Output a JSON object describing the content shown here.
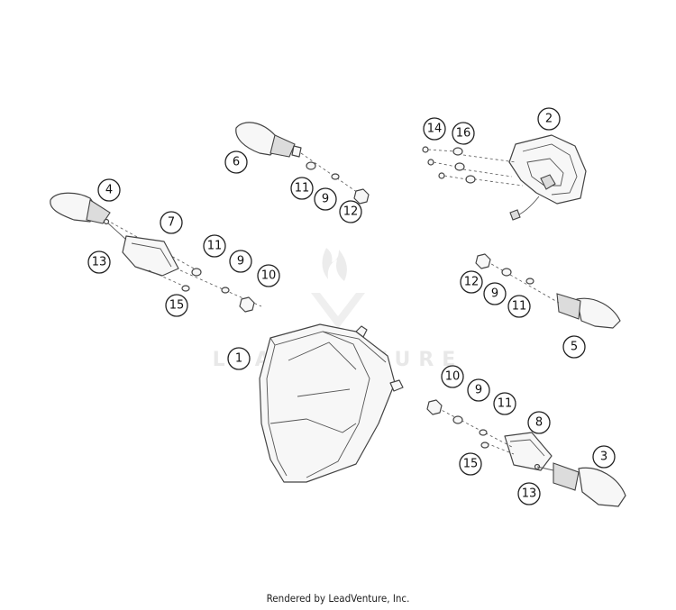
{
  "watermark": {
    "text": "LEADVENTURE"
  },
  "footer": {
    "credit": "Rendered by LeadVenture, Inc."
  },
  "callouts": [
    {
      "label": "1"
    },
    {
      "label": "2"
    },
    {
      "label": "3"
    },
    {
      "label": "4"
    },
    {
      "label": "5"
    },
    {
      "label": "6"
    },
    {
      "label": "7"
    },
    {
      "label": "8"
    },
    {
      "label": "9"
    },
    {
      "label": "9"
    },
    {
      "label": "9"
    },
    {
      "label": "9"
    },
    {
      "label": "10"
    },
    {
      "label": "10"
    },
    {
      "label": "11"
    },
    {
      "label": "11"
    },
    {
      "label": "11"
    },
    {
      "label": "11"
    },
    {
      "label": "12"
    },
    {
      "label": "12"
    },
    {
      "label": "13"
    },
    {
      "label": "13"
    },
    {
      "label": "14"
    },
    {
      "label": "15"
    },
    {
      "label": "15"
    },
    {
      "label": "16"
    }
  ]
}
